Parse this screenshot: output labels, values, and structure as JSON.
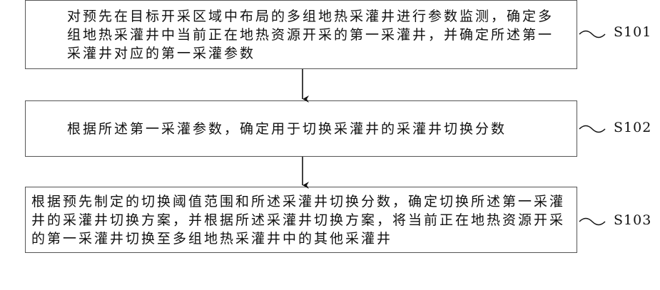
{
  "steps": [
    {
      "id": "S101",
      "text": "对预先在目标开采区域中布局的多组地热采灌井进行参数监测，确定多组地热采灌井中当前正在地热资源开采的第一采灌井，并确定所述第一采灌井对应的第一采灌参数"
    },
    {
      "id": "S102",
      "text": "根据所述第一采灌参数，确定用于切换采灌井的采灌井切换分数"
    },
    {
      "id": "S103",
      "text": "根据预先制定的切换阈值范围和所述采灌井切换分数，确定切换所述第一采灌井的采灌井切换方案，并根据所述采灌井切换方案，将当前正在地热资源开采的第一采灌井切换至多组地热采灌井中的其他采灌井"
    }
  ]
}
